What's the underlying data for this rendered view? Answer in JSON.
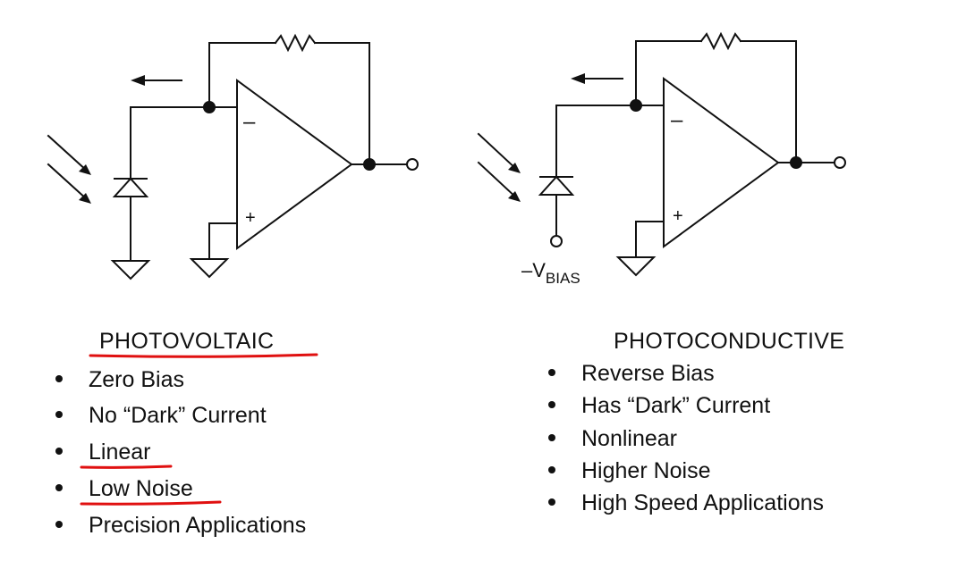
{
  "photovoltaic": {
    "title": "PHOTOVOLTAIC",
    "items": [
      "Zero Bias",
      "No “Dark” Current",
      "Linear",
      "Low Noise",
      "Precision Applications"
    ]
  },
  "photoconductive": {
    "title": "PHOTOCONDUCTIVE",
    "items": [
      "Reverse Bias",
      "Has “Dark” Current",
      "Nonlinear",
      "Higher Noise",
      "High Speed Applications"
    ],
    "bias_label": {
      "prefix": "–V",
      "subscript": "BIAS"
    }
  },
  "colors": {
    "ink": "#111111",
    "highlight": "#e01010"
  }
}
